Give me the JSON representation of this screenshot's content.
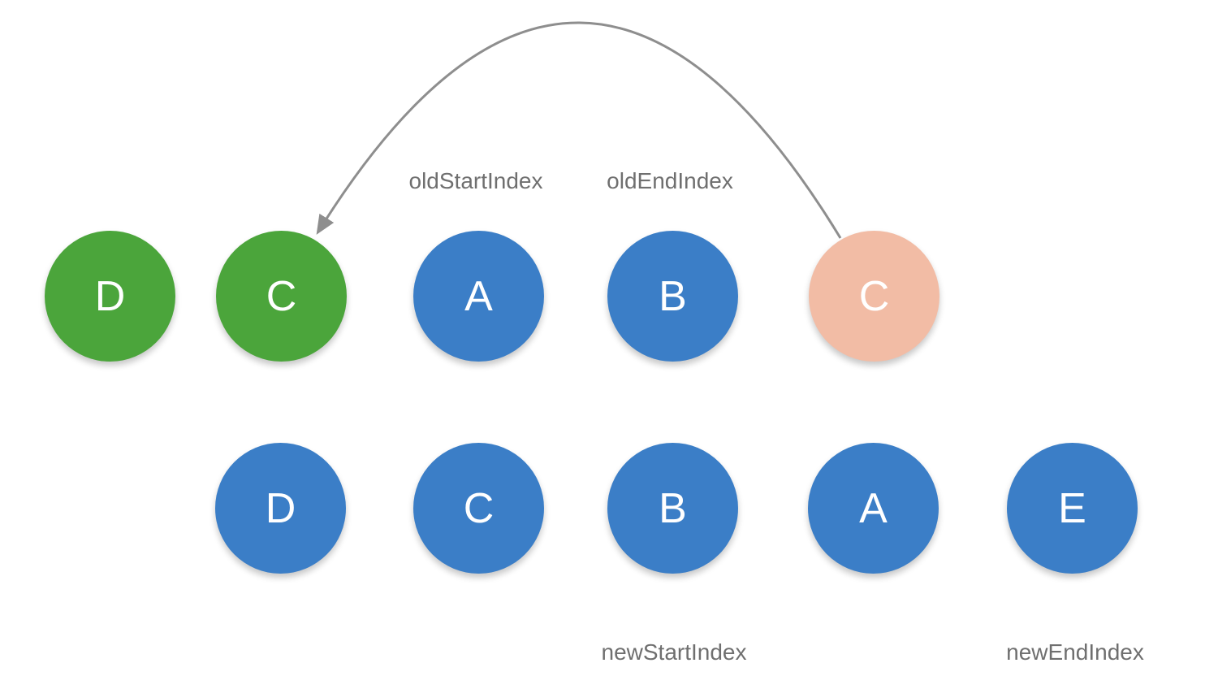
{
  "colors": {
    "green": "#4BA53B",
    "blue": "#3B7EC7",
    "peach": "#F2BCA5",
    "label_text": "#6F6F6F",
    "arrow": "#8E8E8E",
    "node_letter": "#FFFFFF",
    "background": "#FFFFFF"
  },
  "old_row": {
    "nodes": [
      {
        "letter": "D",
        "color": "green"
      },
      {
        "letter": "C",
        "color": "green"
      },
      {
        "letter": "A",
        "color": "blue"
      },
      {
        "letter": "B",
        "color": "blue"
      },
      {
        "letter": "C",
        "color": "peach"
      }
    ]
  },
  "new_row": {
    "nodes": [
      {
        "letter": "D",
        "color": "blue"
      },
      {
        "letter": "C",
        "color": "blue"
      },
      {
        "letter": "B",
        "color": "blue"
      },
      {
        "letter": "A",
        "color": "blue"
      },
      {
        "letter": "E",
        "color": "blue"
      }
    ]
  },
  "labels": {
    "old_start": "oldStartIndex",
    "old_end": "oldEndIndex",
    "new_start": "newStartIndex",
    "new_end": "newEndIndex"
  }
}
